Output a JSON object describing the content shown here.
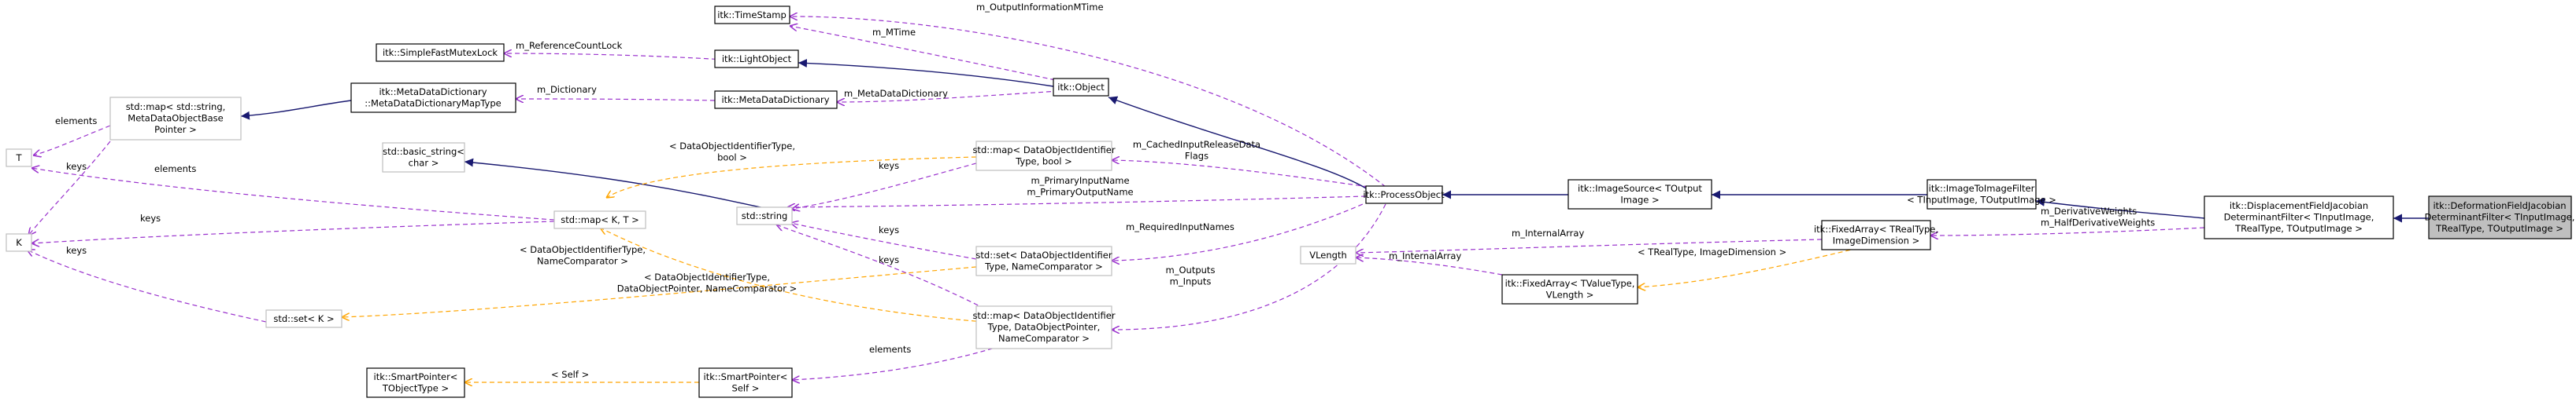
{
  "colors": {
    "inheritance": "#191970",
    "member": "#9a32cd",
    "template": "#ffa500",
    "focus_fill": "#bfbfbf",
    "gray_border": "#bfbfbf"
  },
  "nodes": {
    "timestamp": [
      "itk::TimeStamp"
    ],
    "mutexlock": [
      "itk::SimpleFastMutexLock"
    ],
    "lightobject": [
      "itk::LightObject"
    ],
    "object": [
      "itk::Object"
    ],
    "mdd_map": [
      "itk::MetaDataDictionary",
      "::MetaDataDictionaryMapType"
    ],
    "mdd": [
      "itk::MetaDataDictionary"
    ],
    "stdmap_meta": [
      "std::map< std::string,",
      "MetaDataObjectBase",
      "Pointer >"
    ],
    "t": [
      "T"
    ],
    "k": [
      "K"
    ],
    "basic_string": [
      "std::basic_string<",
      "char >"
    ],
    "string": [
      "std::string"
    ],
    "map_kt": [
      "std::map< K, T >"
    ],
    "set_k": [
      "std::set< K >"
    ],
    "map_bool": [
      "std::map< DataObjectIdentifier",
      "Type, bool >"
    ],
    "set_doid": [
      "std::set< DataObjectIdentifier",
      "Type, NameComparator >"
    ],
    "map_dop": [
      "std::map< DataObjectIdentifier",
      "Type, DataObjectPointer,",
      "NameComparator >"
    ],
    "smartptr_t": [
      "itk::SmartPointer<",
      "TObjectType >"
    ],
    "smartptr_self": [
      "itk::SmartPointer<",
      "Self >"
    ],
    "processobject": [
      "itk::ProcessObject"
    ],
    "imagesource": [
      "itk::ImageSource< TOutput",
      "Image >"
    ],
    "vlength": [
      "VLength"
    ],
    "fixedarray_v": [
      "itk::FixedArray< TValueType,",
      "VLength >"
    ],
    "fixedarray_i": [
      "itk::FixedArray< TRealType,",
      "ImageDimension >"
    ],
    "itif": [
      "itk::ImageToImageFilter",
      "< TInputImage, TOutputImage >"
    ],
    "dfjdf": [
      "itk::DisplacementFieldJacobian",
      "DeterminantFilter< TInputImage,",
      "TRealType, TOutputImage >"
    ],
    "focus": [
      "itk::DeformationFieldJacobian",
      "DeterminantFilter< TInputImage,",
      "TRealType, TOutputImage >"
    ]
  },
  "edge_labels": {
    "output_info_mtime": [
      "m_OutputInformationMTime"
    ],
    "mtime": [
      "m_MTime"
    ],
    "ref_count_lock": [
      "m_ReferenceCountLock"
    ],
    "dictionary": [
      "m_Dictionary"
    ],
    "meta_data_dictionary": [
      "m_MetaDataDictionary"
    ],
    "elements_meta": [
      "elements"
    ],
    "elements_t": [
      "elements"
    ],
    "keys_k1": [
      "keys"
    ],
    "keys_k2": [
      "keys"
    ],
    "keys_meta": [
      "keys"
    ],
    "tmpl_doid_bool": [
      "< DataObjectIdentifierType,",
      "bool >"
    ],
    "keys_mapbool": [
      "keys"
    ],
    "cached_flags": [
      "m_CachedInputReleaseData",
      "Flags"
    ],
    "primary_names": [
      "m_PrimaryInputName",
      "m_PrimaryOutputName"
    ],
    "keys_set": [
      "keys"
    ],
    "required_names": [
      "m_RequiredInputNames"
    ],
    "tmpl_doid_nc": [
      "< DataObjectIdentifierType,",
      "NameComparator >"
    ],
    "keys_mapdop": [
      "keys"
    ],
    "tmpl_doid_dop_nc": [
      "< DataObjectIdentifierType,",
      "DataObjectPointer, NameComparator >"
    ],
    "outputs_inputs": [
      "m_Outputs",
      "m_Inputs"
    ],
    "elements_dop": [
      "elements"
    ],
    "tmpl_self": [
      "< Self >"
    ],
    "internal_array_1": [
      "m_InternalArray"
    ],
    "internal_array_2": [
      "m_InternalArray"
    ],
    "tmpl_treal_imgdim": [
      "< TRealType, ImageDimension >"
    ],
    "derivative_weights": [
      "m_DerivativeWeights",
      "m_HalfDerivativeWeights"
    ]
  }
}
